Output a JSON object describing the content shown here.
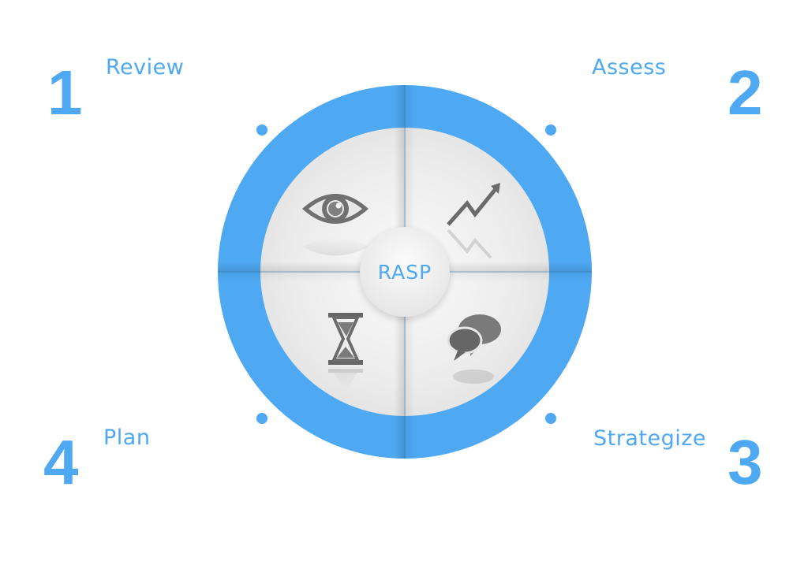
{
  "colors": {
    "accent": "#4ea8f2",
    "text_blue": "#4ea8f2",
    "icon_gray": "#6e6e6e",
    "inner_fill": "#eeeeee"
  },
  "center": {
    "label": "RASP"
  },
  "steps": [
    {
      "number": "1",
      "label": "Review",
      "icon": "eye-icon"
    },
    {
      "number": "2",
      "label": "Assess",
      "icon": "trend-arrow-icon"
    },
    {
      "number": "3",
      "label": "Strategize",
      "icon": "speech-bubbles-icon"
    },
    {
      "number": "4",
      "label": "Plan",
      "icon": "hourglass-icon"
    }
  ]
}
